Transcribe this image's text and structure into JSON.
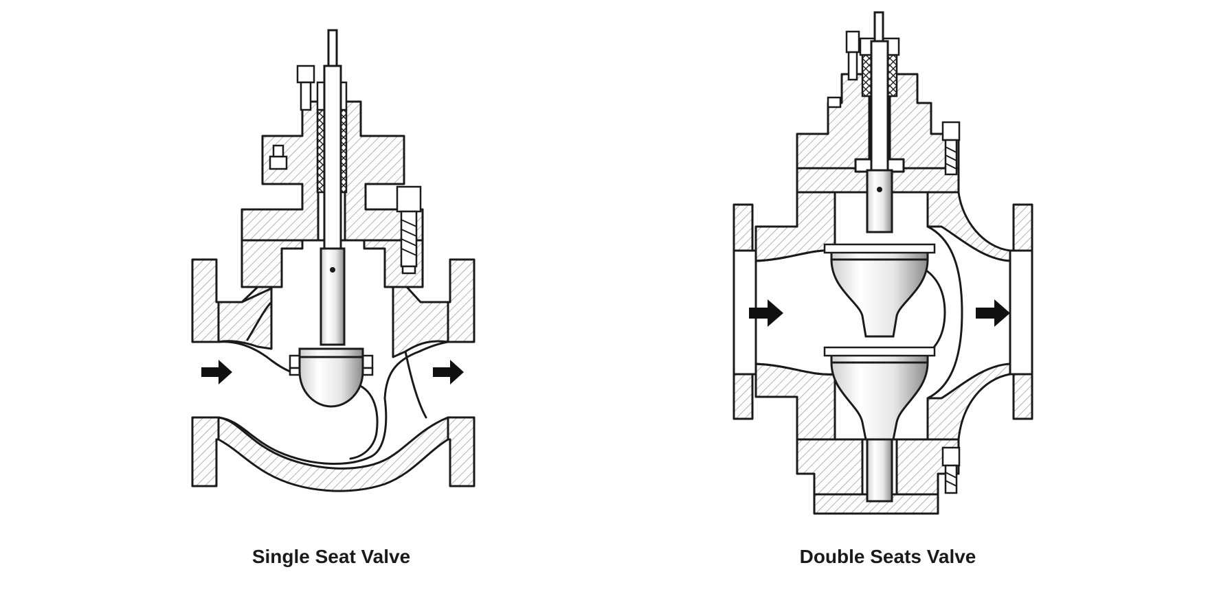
{
  "diagrams": [
    {
      "id": "single",
      "caption": "Single Seat Valve"
    },
    {
      "id": "double",
      "caption": "Double Seats Valve"
    }
  ],
  "colors": {
    "line": "#1a1a1a",
    "background": "#ffffff",
    "arrow": "#111111"
  }
}
